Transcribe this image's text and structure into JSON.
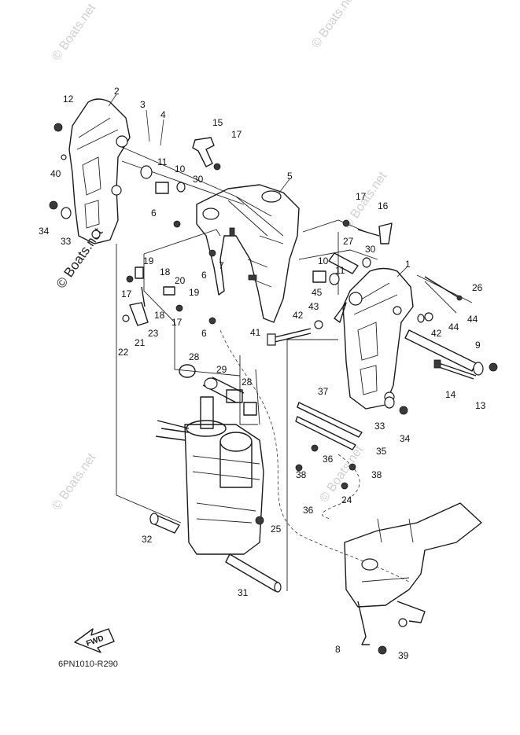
{
  "watermarks": {
    "small": "© Boats.net",
    "big": "© Boats.net"
  },
  "diagram_code": "6PN1010-R290",
  "fwd_label": "FWD",
  "callouts": [
    "1",
    "2",
    "3",
    "4",
    "5",
    "6",
    "6",
    "6",
    "7",
    "8",
    "9",
    "10",
    "10",
    "11",
    "11",
    "12",
    "13",
    "14",
    "15",
    "16",
    "17",
    "17",
    "17",
    "17",
    "18",
    "18",
    "19",
    "19",
    "20",
    "21",
    "22",
    "23",
    "24",
    "25",
    "26",
    "27",
    "28",
    "28",
    "29",
    "30",
    "30",
    "31",
    "32",
    "33",
    "33",
    "34",
    "34",
    "35",
    "36",
    "36",
    "37",
    "38",
    "38",
    "39",
    "40",
    "41",
    "42",
    "42",
    "43",
    "44",
    "44",
    "45"
  ]
}
